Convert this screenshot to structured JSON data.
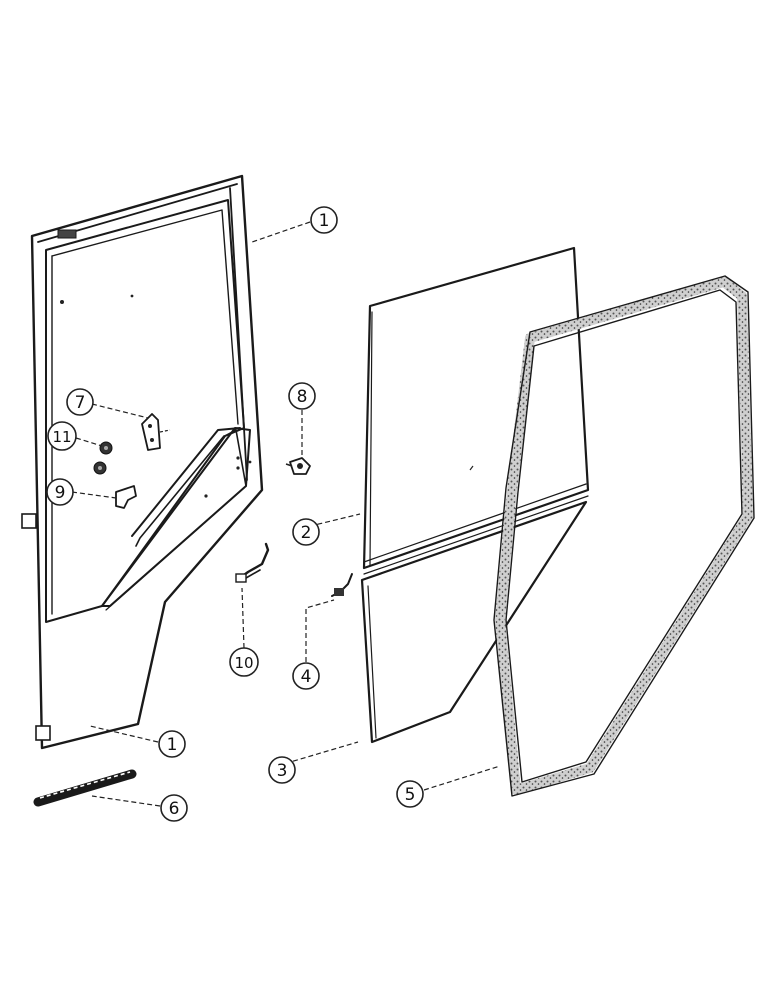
{
  "diagram": {
    "callouts": [
      {
        "id": "c1a",
        "label": "1"
      },
      {
        "id": "c1b",
        "label": "1"
      },
      {
        "id": "c2",
        "label": "2"
      },
      {
        "id": "c3",
        "label": "3"
      },
      {
        "id": "c4",
        "label": "4"
      },
      {
        "id": "c5",
        "label": "5"
      },
      {
        "id": "c6",
        "label": "6"
      },
      {
        "id": "c7",
        "label": "7"
      },
      {
        "id": "c8",
        "label": "8"
      },
      {
        "id": "c9",
        "label": "9"
      },
      {
        "id": "c10",
        "label": "10"
      },
      {
        "id": "c11",
        "label": "11"
      }
    ]
  }
}
